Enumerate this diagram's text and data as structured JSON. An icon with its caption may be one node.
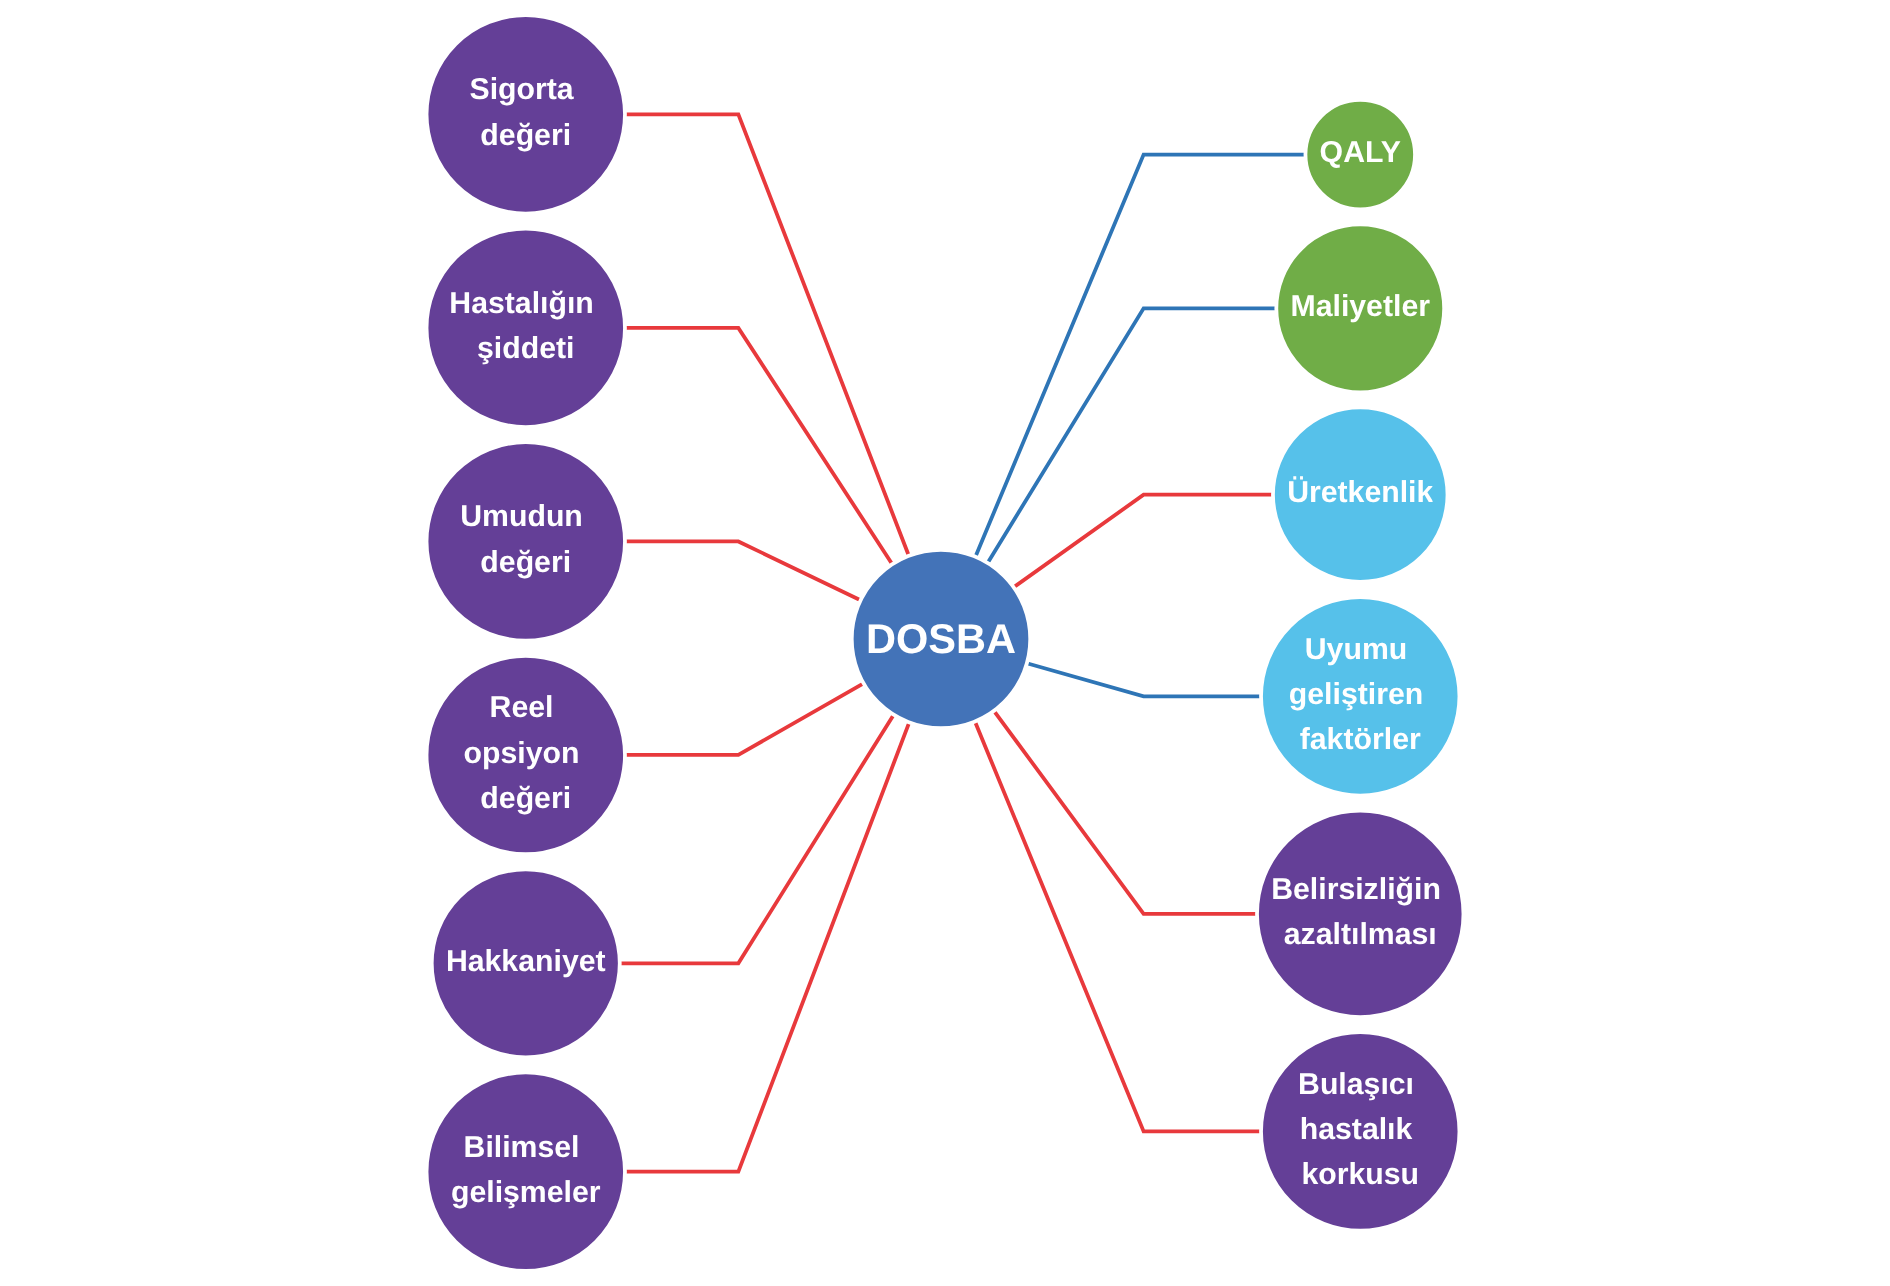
{
  "diagram": {
    "nodes": [
      {
        "text": [
          "DOSBA"
        ]
      },
      {
        "text": [
          "QALY"
        ]
      },
      {
        "text": [
          "Maliyetler"
        ]
      },
      {
        "text": [
          "Üretkenlik"
        ]
      },
      {
        "text": [
          "Uyumu geliştiren faktörler"
        ]
      },
      {
        "text": [
          "Belirsizliğin azaltılması"
        ]
      },
      {
        "text": [
          "Bulaşıcı hastalık korkusu"
        ]
      },
      {
        "text": [
          "Sigorta değeri"
        ]
      },
      {
        "text": [
          "Hastalığın şiddeti"
        ]
      },
      {
        "text": [
          "Umudun değeri"
        ]
      },
      {
        "text": [
          "Reel opsiyon değeri"
        ]
      },
      {
        "text": [
          "Hakkaniyet"
        ]
      },
      {
        "text": [
          "Bilimsel gelişmeler"
        ]
      }
    ],
    "edges": [
      {
        "from": 0,
        "to": 1,
        "arrow": "none",
        "color": "#2e75b6"
      },
      {
        "from": 0,
        "to": 2,
        "arrow": "none",
        "color": "#2e75b6"
      },
      {
        "from": 0,
        "to": 3,
        "arrow": "none"
      },
      {
        "from": 0,
        "to": 4,
        "arrow": "none",
        "color": "#2e75b6"
      },
      {
        "from": 0,
        "to": 5,
        "arrow": "none"
      },
      {
        "from": 0,
        "to": 6,
        "arrow": "none"
      },
      {
        "from": 7,
        "to": 0,
        "arrow": "none"
      },
      {
        "from": 8,
        "to": 0,
        "arrow": "none"
      },
      {
        "from": 9,
        "to": 0,
        "arrow": "none"
      },
      {
        "from": 10,
        "to": 0,
        "arrow": "none"
      },
      {
        "from": 11,
        "to": 0,
        "arrow": "none"
      },
      {
        "from": 12,
        "to": 0,
        "arrow": "none"
      }
    ]
  }
}
